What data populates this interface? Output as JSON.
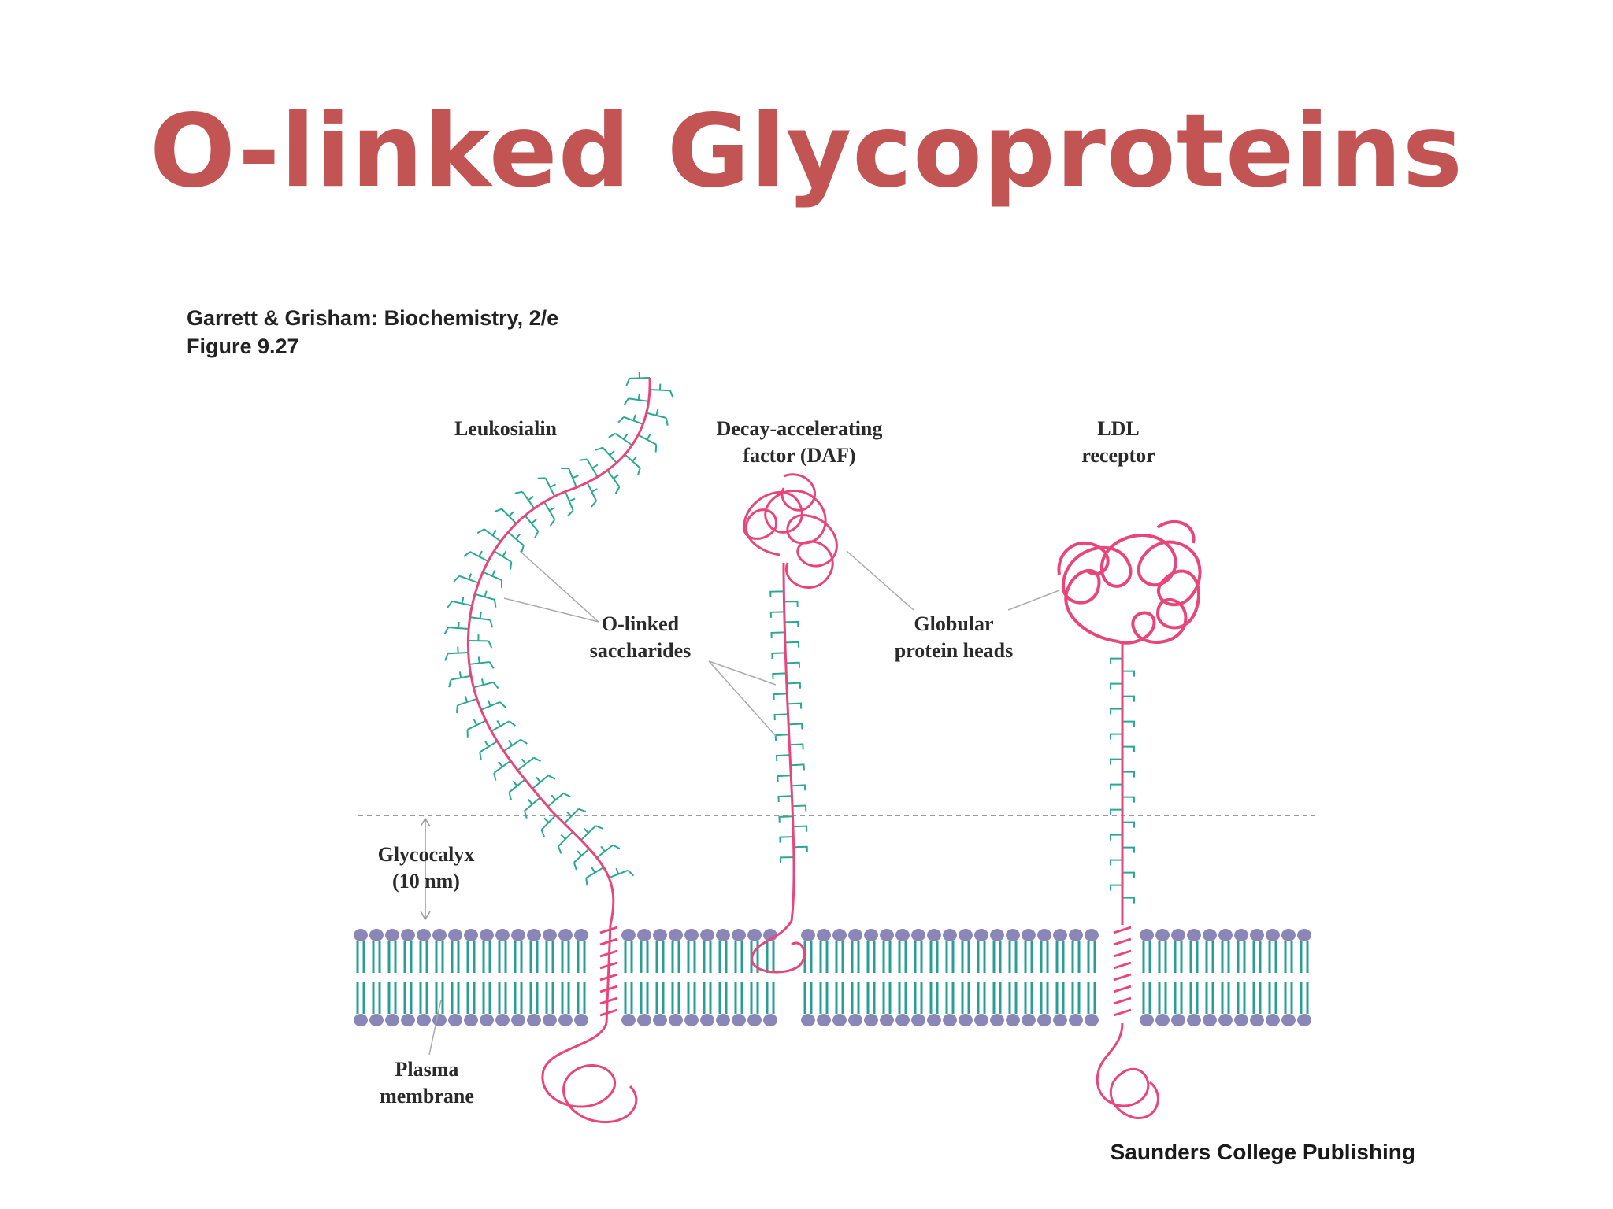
{
  "slide": {
    "title": "O-linked Glycoproteins"
  },
  "figure": {
    "source_line1": "Garrett & Grisham: Biochemistry, 2/e",
    "source_line2": "Figure 9.27",
    "publisher": "Saunders College Publishing"
  },
  "labels": {
    "leukosialin": "Leukosialin",
    "daf_line1": "Decay-accelerating",
    "daf_line2": "factor (DAF)",
    "ldl_line1": "LDL",
    "ldl_line2": "receptor",
    "olinked_line1": "O-linked",
    "olinked_line2": "saccharides",
    "globular_line1": "Globular",
    "globular_line2": "protein heads",
    "glycocalyx_line1": "Glycocalyx",
    "glycocalyx_line2": "(10 nm)",
    "membrane_line1": "Plasma",
    "membrane_line2": "membrane"
  },
  "colors": {
    "title": "#c25454",
    "protein": "#e8467a",
    "saccharide": "#2aa890",
    "lipid_head": "#8a86b8",
    "lipid_tail": "#2a9e94",
    "guide": "#999999"
  }
}
